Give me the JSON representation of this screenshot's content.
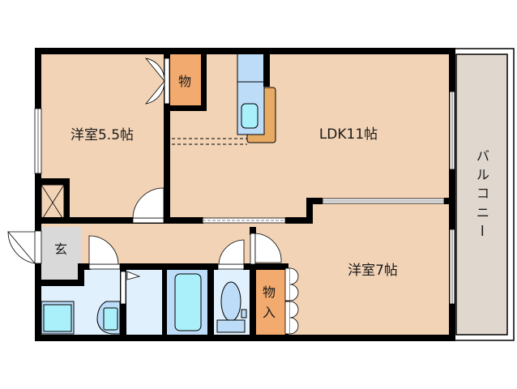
{
  "floor_plan": {
    "rooms": {
      "western_room_1": {
        "label": "洋室5.5帖"
      },
      "ldk": {
        "label": "LDK11帖"
      },
      "western_room_2": {
        "label": "洋室7帖"
      },
      "balcony": {
        "label": "バルコニー",
        "chars": [
          "バ",
          "ル",
          "コ",
          "ニ",
          "ー"
        ]
      },
      "entrance": {
        "label": "玄"
      },
      "storage_1": {
        "label": "物"
      },
      "storage_2": {
        "label": "物入",
        "chars": [
          "物",
          "入"
        ]
      }
    },
    "colors": {
      "wall": "#000000",
      "room_floor": "#f2d3b6",
      "storage": "#f2aa6e",
      "wet_area": "#e0f0fc",
      "fixture_blue": "#bddcf7",
      "fixture_cyan": "#aaf0fa",
      "kitchen_counter": "#e8ab63",
      "entrance_floor": "#d9d9d9",
      "balcony_floor": "#e0d8cf"
    }
  }
}
